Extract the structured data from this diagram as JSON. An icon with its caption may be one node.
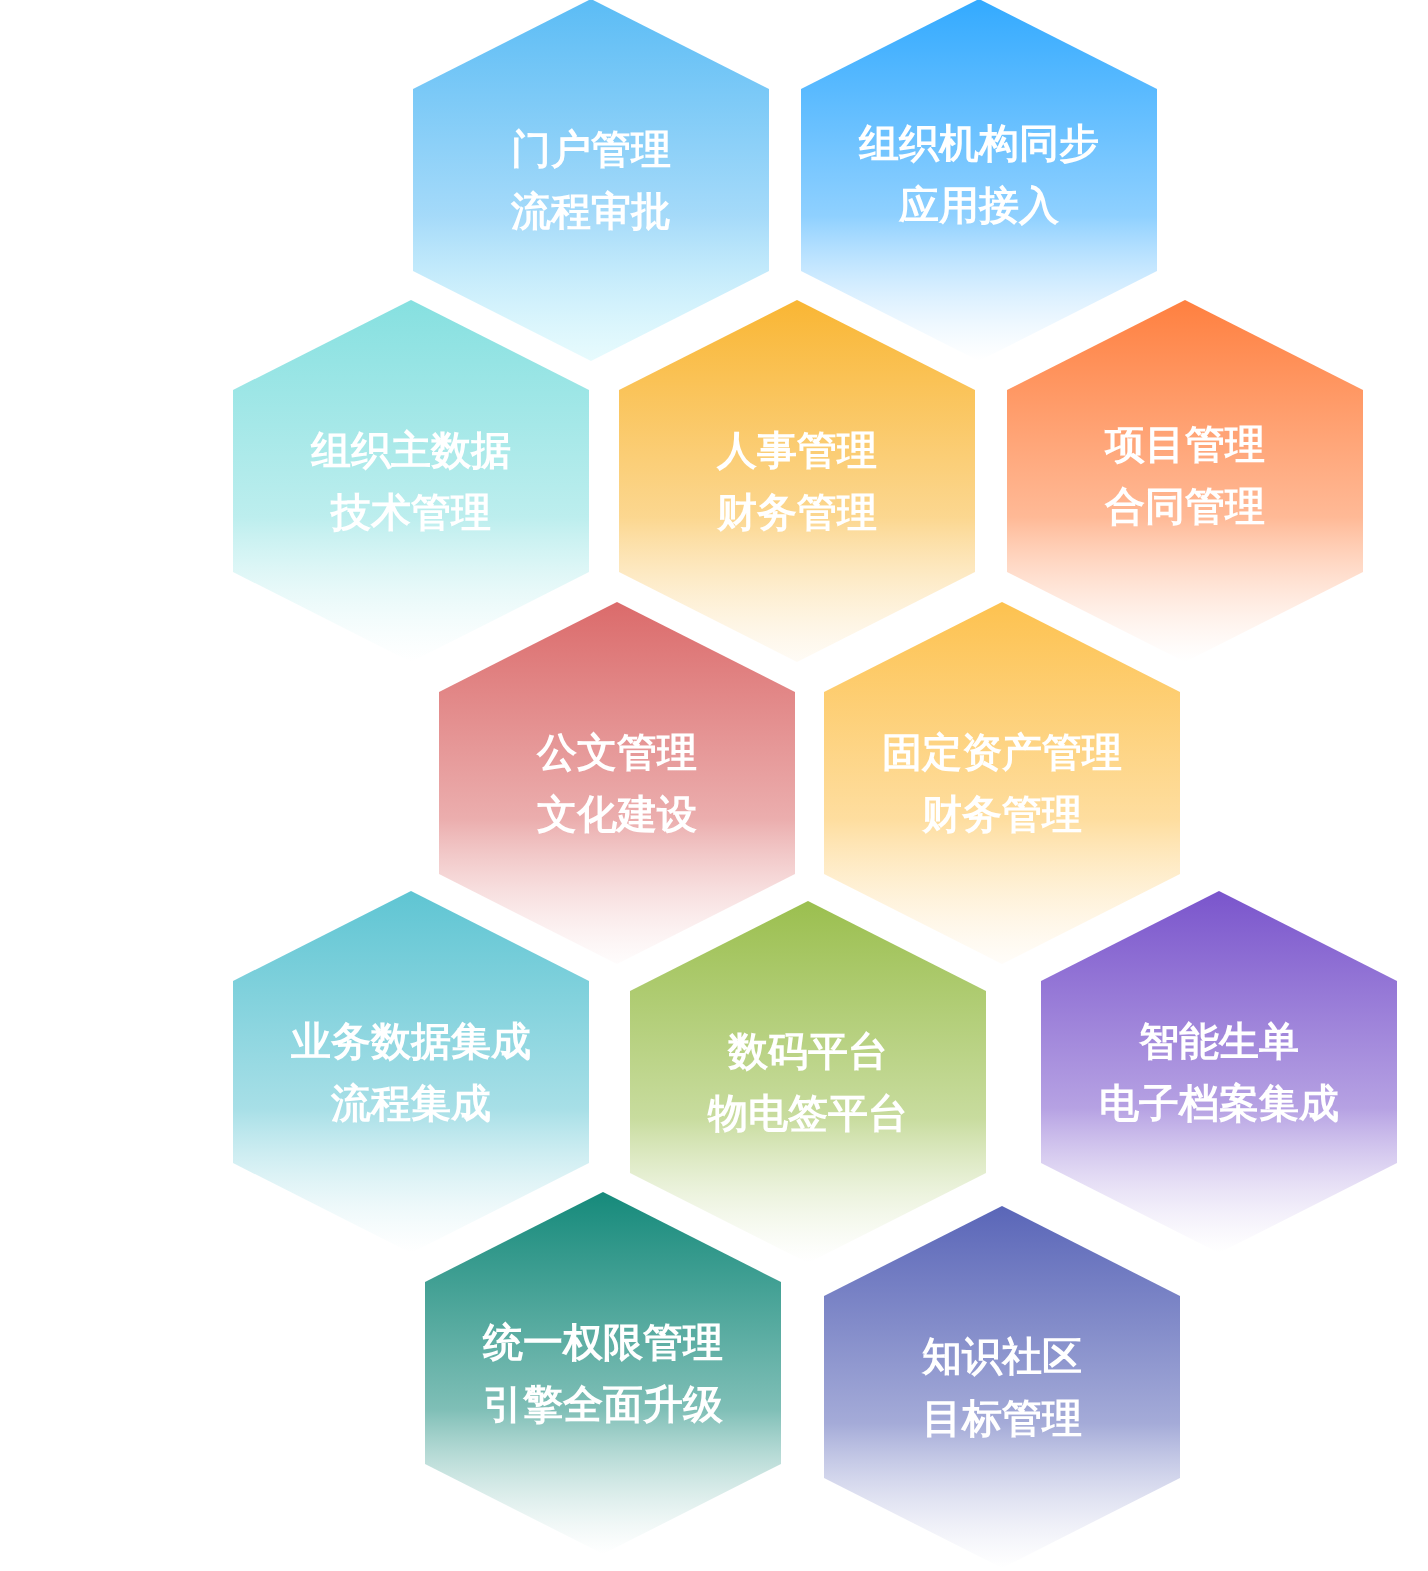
{
  "diagram": {
    "nodes": [
      {
        "text": [
          "门户管理",
          "流程审批"
        ]
      },
      {
        "text": [
          "组织机构同步",
          "应用接入"
        ]
      },
      {
        "text": [
          "组织主数据",
          "技术管理"
        ]
      },
      {
        "text": [
          "人事管理",
          "财务管理"
        ]
      },
      {
        "text": [
          "项目管理",
          "合同管理"
        ]
      },
      {
        "text": [
          "公文管理",
          "文化建设"
        ]
      },
      {
        "text": [
          "固定资产管理",
          "财务管理"
        ]
      },
      {
        "text": [
          "业务数据集成",
          "流程集成"
        ]
      },
      {
        "text": [
          "数码平台",
          "物电签平台"
        ]
      },
      {
        "text": [
          "智能生单",
          "电子档案集成"
        ]
      },
      {
        "text": [
          "统一权限管理",
          "引擎全面升级"
        ]
      },
      {
        "text": [
          "知识社区",
          "目标管理"
        ]
      }
    ]
  }
}
